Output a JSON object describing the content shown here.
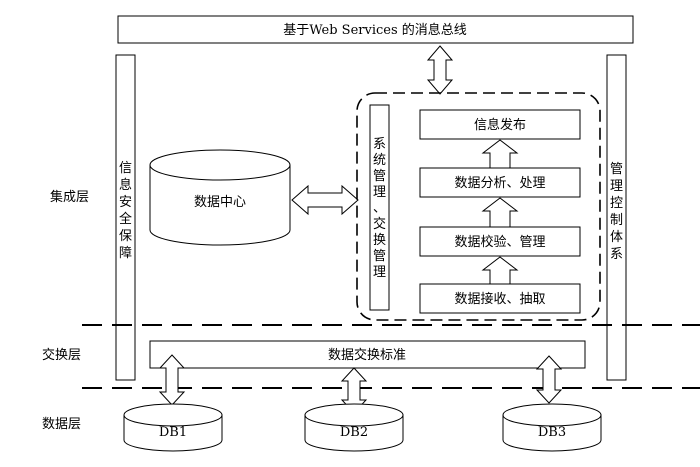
{
  "top_bus": {
    "label": "基于Web Services 的消息总线"
  },
  "layers": {
    "integration": "集成层",
    "exchange": "交换层",
    "data": "数据层"
  },
  "left_column": {
    "chars": [
      "信",
      "息",
      "安",
      "全",
      "保",
      "障"
    ]
  },
  "right_column": {
    "chars": [
      "管",
      "理",
      "控",
      "制",
      "体",
      "系"
    ]
  },
  "system_column": {
    "chars": [
      "系",
      "统",
      "管",
      "理",
      "、",
      "交",
      "换",
      "管",
      "理"
    ]
  },
  "data_center": {
    "label": "数据中心"
  },
  "pipeline": {
    "steps": [
      "信息发布",
      "数据分析、处理",
      "数据校验、管理",
      "数据接收、抽取"
    ]
  },
  "exchange_standard": {
    "label": "数据交换标准"
  },
  "databases": [
    "DB1",
    "DB2",
    "DB3"
  ]
}
